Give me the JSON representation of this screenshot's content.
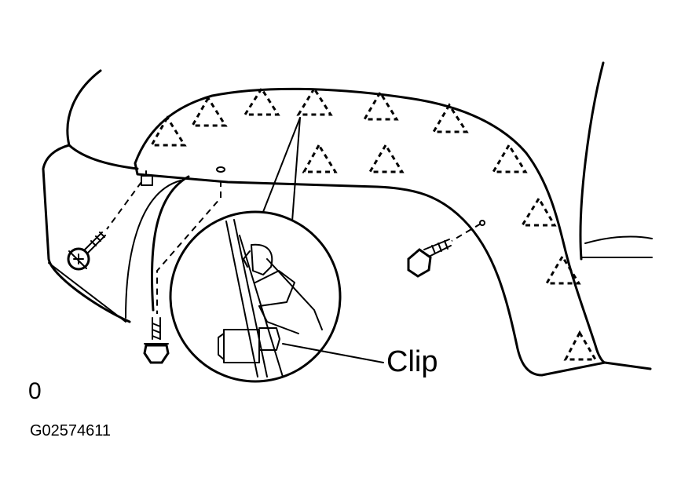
{
  "labels": {
    "clip": "Clip",
    "figure_number": "0",
    "figure_code": "G02574611"
  }
}
